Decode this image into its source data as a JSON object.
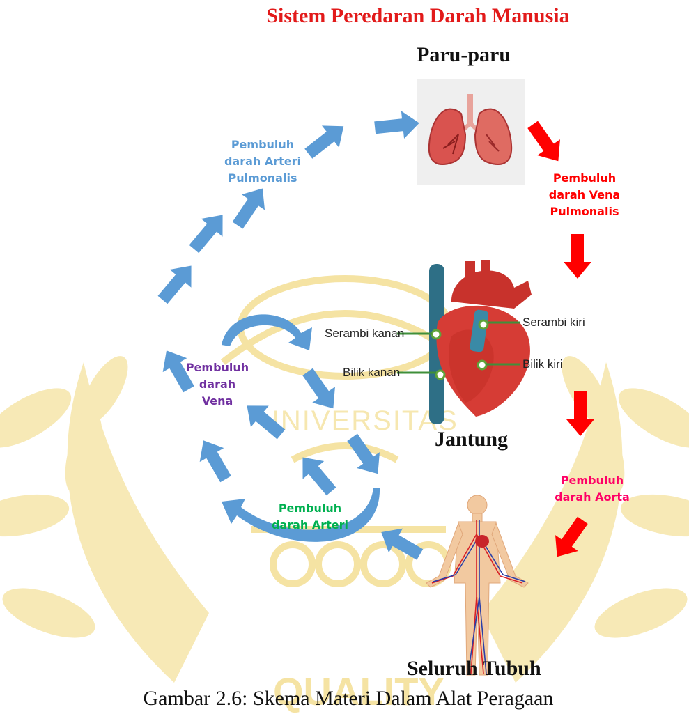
{
  "diagram": {
    "title": "Sistem Peredaran Darah Manusia",
    "organs": {
      "lungs": "Paru-paru",
      "heart": "Jantung",
      "body": "Seluruh Tubuh"
    },
    "vessels": {
      "arteri_pulmonalis": "Pembuluh darah Arteri Pulmonalis",
      "vena_pulmonalis": "Pembuluh darah Vena Pulmonalis",
      "aorta": "Pembuluh darah Aorta",
      "vena": "Pembuluh darah Vena",
      "arteri": "Pembuluh darah Arteri"
    },
    "heart_parts": {
      "serambi_kanan": "Serambi kanan",
      "serambi_kiri": "Serambi kiri",
      "bilik_kanan": "Bilik kanan",
      "bilik_kiri": "Bilik kiri"
    },
    "caption": "Gambar 2.6: Skema Materi Dalam Alat Peragaan",
    "watermark": {
      "text_1": "UNIVERSITAS",
      "text_2": "QUALITY"
    },
    "colors": {
      "title": "#e21a1a",
      "blue_arrow": "#5b9bd5",
      "red_arrow": "#ff0000",
      "arteri_pulmonalis_text": "#5b9bd5",
      "vena_pulmonalis_text": "#ff0000",
      "aorta_text": "#ff0066",
      "vena_text": "#7030a0",
      "arteri_text": "#00b050",
      "watermark": "#f5e3a3"
    }
  }
}
